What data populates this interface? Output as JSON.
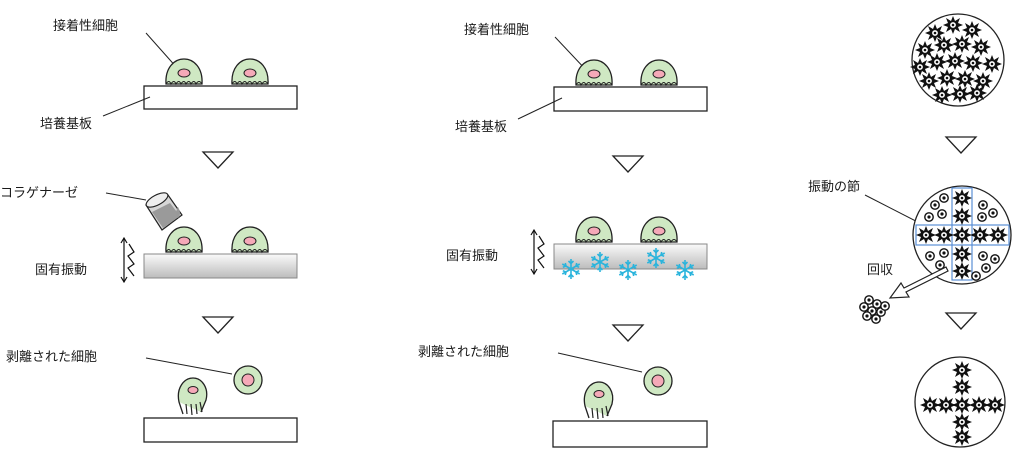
{
  "left_panel": {
    "adherent_cells_label": "接着性細胞",
    "culture_substrate_label": "培養基板",
    "collagenase_label": "コラゲナーゼ",
    "natural_vibration_label": "固有振動",
    "detached_cells_label": "剥離された細胞"
  },
  "middle_panel": {
    "adherent_cells_label": "接着性細胞",
    "culture_substrate_label": "培養基板",
    "natural_vibration_label": "固有振動",
    "detached_cells_label": "剥離された細胞"
  },
  "right_panel": {
    "vibration_node_label": "振動の節",
    "recover_label": "回収"
  },
  "colors": {
    "cell_fill": "#cfe8c3",
    "nucleus_fill": "#f5a9b8",
    "substrate_gray_top": "#f2f2f2",
    "substrate_gray_bottom": "#bdbdbd",
    "snowflake": "#2ab4dc",
    "node_band": "#5b8fd6"
  }
}
